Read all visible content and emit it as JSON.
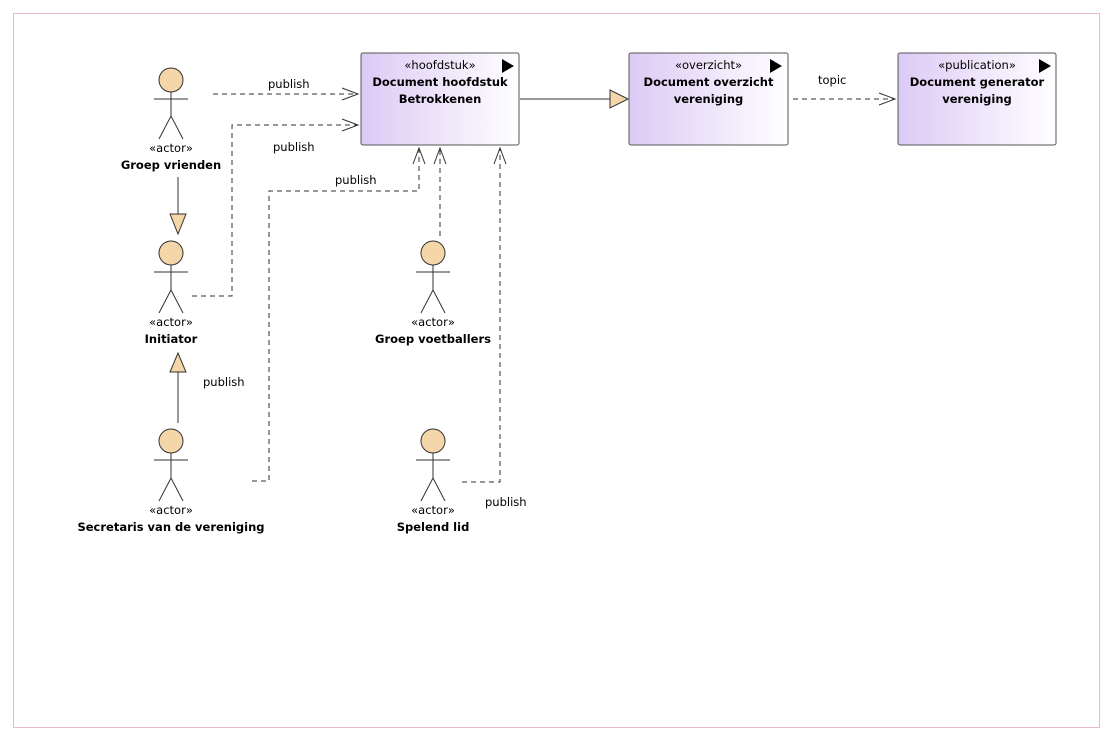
{
  "colors": {
    "frame_border": "#e8b8d0",
    "element_fill_light": "#ffffff",
    "element_fill_dark": "#dccaf5",
    "element_border": "#555555",
    "actor_fill": "#f5d6a8",
    "actor_stroke": "#333333",
    "generalization_fill": "#f5d6a8",
    "connector": "#333333"
  },
  "elements": [
    {
      "stereotype": "«hoofdstuk»",
      "name": "Document hoofdstuk\nBetrokkenen",
      "icon": "play-triangle-icon"
    },
    {
      "stereotype": "«overzicht»",
      "name": "Document overzicht\nvereniging",
      "icon": "play-triangle-icon"
    },
    {
      "stereotype": "«publication»",
      "name": "Document generator\nvereniging",
      "icon": "play-triangle-icon"
    }
  ],
  "actors": [
    {
      "stereotype": "«actor»",
      "name": "Groep vrienden"
    },
    {
      "stereotype": "«actor»",
      "name": "Initiator"
    },
    {
      "stereotype": "«actor»",
      "name": "Secretaris van de vereniging"
    },
    {
      "stereotype": "«actor»",
      "name": "Groep voetballers"
    },
    {
      "stereotype": "«actor»",
      "name": "Spelend lid"
    }
  ],
  "connector_labels": {
    "publish_vrienden": "publish",
    "publish_initiator": "publish",
    "publish_secretaris": "publish",
    "publish_initiator_side": "publish",
    "publish_spelend": "publish",
    "topic": "topic"
  }
}
